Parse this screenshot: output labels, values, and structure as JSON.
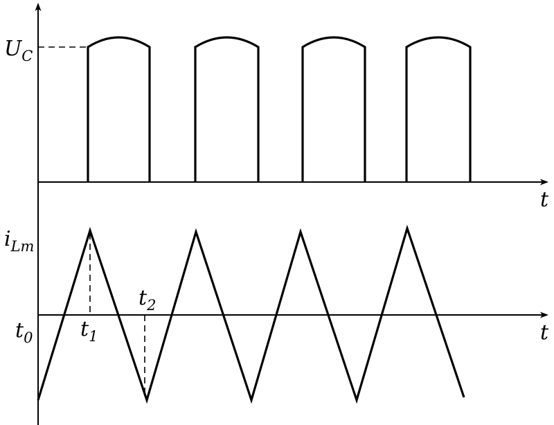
{
  "labels": {
    "uc_main": "U",
    "uc_sub": "C",
    "ilm_main": "i",
    "ilm_sub": "Lm",
    "t_axis_top": "t",
    "t_axis_bottom": "t",
    "t0_main": "t",
    "t0_sub": "0",
    "t1_main": "t",
    "t1_sub": "1",
    "t2_main": "t",
    "t2_sub": "2"
  },
  "colors": {
    "ink": "#000000",
    "background": "#ffffff"
  },
  "waveforms": {
    "voltage_pulse_count": 4,
    "current_peak_count": 4
  }
}
